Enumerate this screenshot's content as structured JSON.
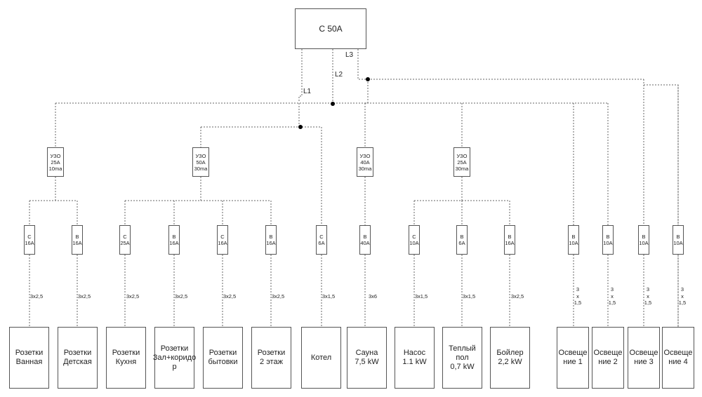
{
  "main_breaker": {
    "label": "C 50A"
  },
  "phases": [
    {
      "id": "l1",
      "label": "L1"
    },
    {
      "id": "l2",
      "label": "L2"
    },
    {
      "id": "l3",
      "label": "L3"
    }
  ],
  "rcds": [
    {
      "id": "rcd1",
      "label": "УЗО\n25A\n10ma"
    },
    {
      "id": "rcd2",
      "label": "УЗО\n50A\n30ma"
    },
    {
      "id": "rcd3",
      "label": "УЗО\n40A\n30ma"
    },
    {
      "id": "rcd4",
      "label": "УЗО\n25A\n30ma"
    }
  ],
  "circuits": [
    {
      "breaker": "C\n16A",
      "cable": "3x2,5",
      "load": "Розетки\nВанная"
    },
    {
      "breaker": "B\n16A",
      "cable": "3x2,5",
      "load": "Розетки\nДетская"
    },
    {
      "breaker": "C\n25A",
      "cable": "3x2,5",
      "load": "Розетки\nКухня"
    },
    {
      "breaker": "B\n16A",
      "cable": "3x2,5",
      "load": "Розетки\nЗал+коридо\nр"
    },
    {
      "breaker": "C\n16A",
      "cable": "3x2,5",
      "load": "Розетки\nбытовки"
    },
    {
      "breaker": "B\n16A",
      "cable": "3x2,5",
      "load": "Розетки\n2 этаж"
    },
    {
      "breaker": "C\n6A",
      "cable": "3x1,5",
      "load": "Котел"
    },
    {
      "breaker": "B\n40A",
      "cable": "3x6",
      "load": "Сауна\n7,5 kW"
    },
    {
      "breaker": "C\n10A",
      "cable": "3x1,5",
      "load": "Насос\n1.1 kW"
    },
    {
      "breaker": "B\n6A",
      "cable": "3x1,5",
      "load": "Теплый пол\n0,7 kW"
    },
    {
      "breaker": "B\n16A",
      "cable": "3x2,5",
      "load": "Бойлер\n2,2 kW"
    },
    {
      "breaker": "B\n10A",
      "cable": "3\nx\n1,5",
      "load": "Освеще\nние 1"
    },
    {
      "breaker": "B\n10A",
      "cable": "3\nx\n1,5",
      "load": "Освеще\nние 2"
    },
    {
      "breaker": "B\n10A",
      "cable": "3\nx\n1,5",
      "load": "Освеще\nние 3"
    },
    {
      "breaker": "B\n10A",
      "cable": "3\nx\n1,5",
      "load": "Освеще\nние 4"
    }
  ]
}
